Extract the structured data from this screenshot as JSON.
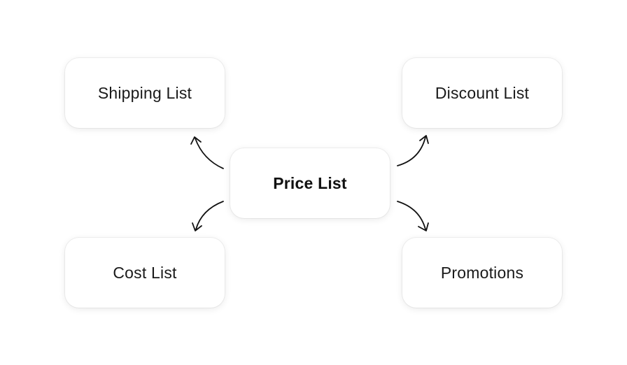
{
  "diagram": {
    "center": {
      "label": "Price List"
    },
    "nodes": {
      "shipping": {
        "label": "Shipping List"
      },
      "discount": {
        "label": "Discount List"
      },
      "cost": {
        "label": "Cost List"
      },
      "promotions": {
        "label": "Promotions"
      }
    },
    "colors": {
      "background": "#ffffff",
      "node_fill": "#ffffff",
      "text": "#1a1a1a",
      "arrow": "#111111"
    }
  }
}
